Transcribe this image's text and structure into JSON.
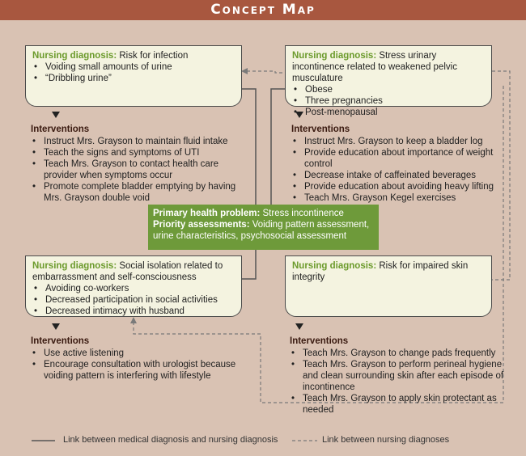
{
  "header": {
    "title": "Concept Map"
  },
  "center": {
    "primary_label": "Primary health problem:",
    "primary_value": "Stress incontinence",
    "priority_label": "Priority assessments:",
    "priority_value": "Voiding pattern assessment, urine characteristics, psychosocial assessment"
  },
  "boxes": {
    "top_left": {
      "label": "Nursing diagnosis:",
      "text": "Risk for infection",
      "items": [
        "Voiding small amounts of urine",
        "“Dribbling urine”"
      ]
    },
    "top_right": {
      "label": "Nursing diagnosis:",
      "text": "Stress urinary incontinence related to weakened pelvic musculature",
      "items": [
        "Obese",
        "Three pregnancies",
        "Post-menopausal"
      ]
    },
    "bottom_left": {
      "label": "Nursing diagnosis:",
      "text": "Social isolation related to embarrassment and self-consciousness",
      "items": [
        "Avoiding co-workers",
        "Decreased participation in social activities",
        "Decreased intimacy with husband"
      ]
    },
    "bottom_right": {
      "label": "Nursing diagnosis:",
      "text": "Risk for impaired skin integrity",
      "items": []
    }
  },
  "interventions": {
    "title": "Interventions",
    "top_left": [
      "Instruct Mrs. Grayson to maintain fluid intake",
      "Teach the signs and symptoms of UTI",
      "Teach Mrs. Grayson to contact health care provider when symptoms occur",
      "Promote complete bladder emptying by having Mrs. Grayson double void"
    ],
    "top_right": [
      "Instruct Mrs. Grayson to keep a bladder log",
      "Provide education about importance of weight control",
      "Decrease intake of caffeinated beverages",
      "Provide education about avoiding heavy lifting",
      "Teach Mrs. Grayson Kegel exercises"
    ],
    "bottom_left": [
      "Use active listening",
      "Encourage consultation with urologist because voiding pattern is interfering with lifestyle"
    ],
    "bottom_right": [
      "Teach Mrs. Grayson to change pads frequently",
      "Teach Mrs. Grayson to perform perineal hygiene and clean surrounding skin after each episode of incontinence",
      "Teach Mrs. Grayson to apply skin protectant as needed"
    ]
  },
  "legend": {
    "solid": "Link between medical diagnosis and nursing diagnosis",
    "dashed": "Link between nursing diagnoses"
  }
}
